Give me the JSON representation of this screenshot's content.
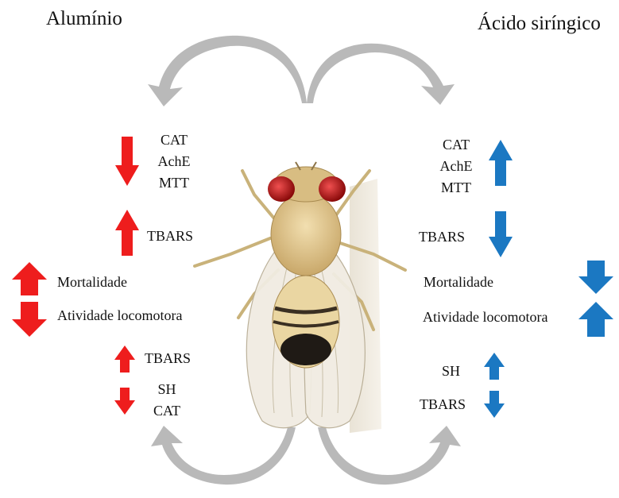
{
  "aluminium": {
    "title": "Alumínio",
    "color": "#ee1d1d",
    "group1": {
      "direction": "down",
      "items": [
        "CAT",
        "AchE",
        "MTT"
      ]
    },
    "group2": {
      "direction": "up",
      "label": "TBARS"
    },
    "mortality": {
      "direction": "up",
      "label": "Mortalidade"
    },
    "locomotor": {
      "direction": "down",
      "label": "Atividade locomotora"
    },
    "group3": {
      "direction": "up",
      "label": "TBARS"
    },
    "group4": {
      "direction": "down",
      "items": [
        "SH",
        "CAT"
      ]
    }
  },
  "syringic_acid": {
    "title": "Ácido siríngico",
    "color": "#1b78c2",
    "group1": {
      "direction": "up",
      "items": [
        "CAT",
        "AchE",
        "MTT"
      ]
    },
    "group2": {
      "direction": "down",
      "label": "TBARS"
    },
    "mortality": {
      "direction": "down",
      "label": "Mortalidade"
    },
    "locomotor": {
      "direction": "up",
      "label": "Atividade locomotora"
    },
    "group3": {
      "direction": "up",
      "label": "SH"
    },
    "group4": {
      "direction": "down",
      "label": "TBARS"
    }
  },
  "decor": {
    "curved_arrow_color": "#b9b9b9",
    "illustration": "drosophila-fly-illustration"
  }
}
